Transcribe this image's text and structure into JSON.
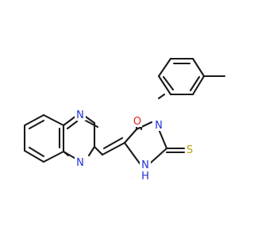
{
  "molecule": {
    "colors": {
      "bond": "#1a1a1a",
      "nitrogen": "#1f2fd6",
      "oxygen": "#e0201b",
      "sulfur": "#b4a400",
      "hydrogen": "#1f2fd6"
    },
    "labels": {
      "o_carbonyl": "O",
      "n_imide": "N",
      "n_amine": "N",
      "h_amine": "H",
      "s_thione": "S",
      "n_quinox_top": "N",
      "n_quinox_bottom": "N"
    }
  }
}
